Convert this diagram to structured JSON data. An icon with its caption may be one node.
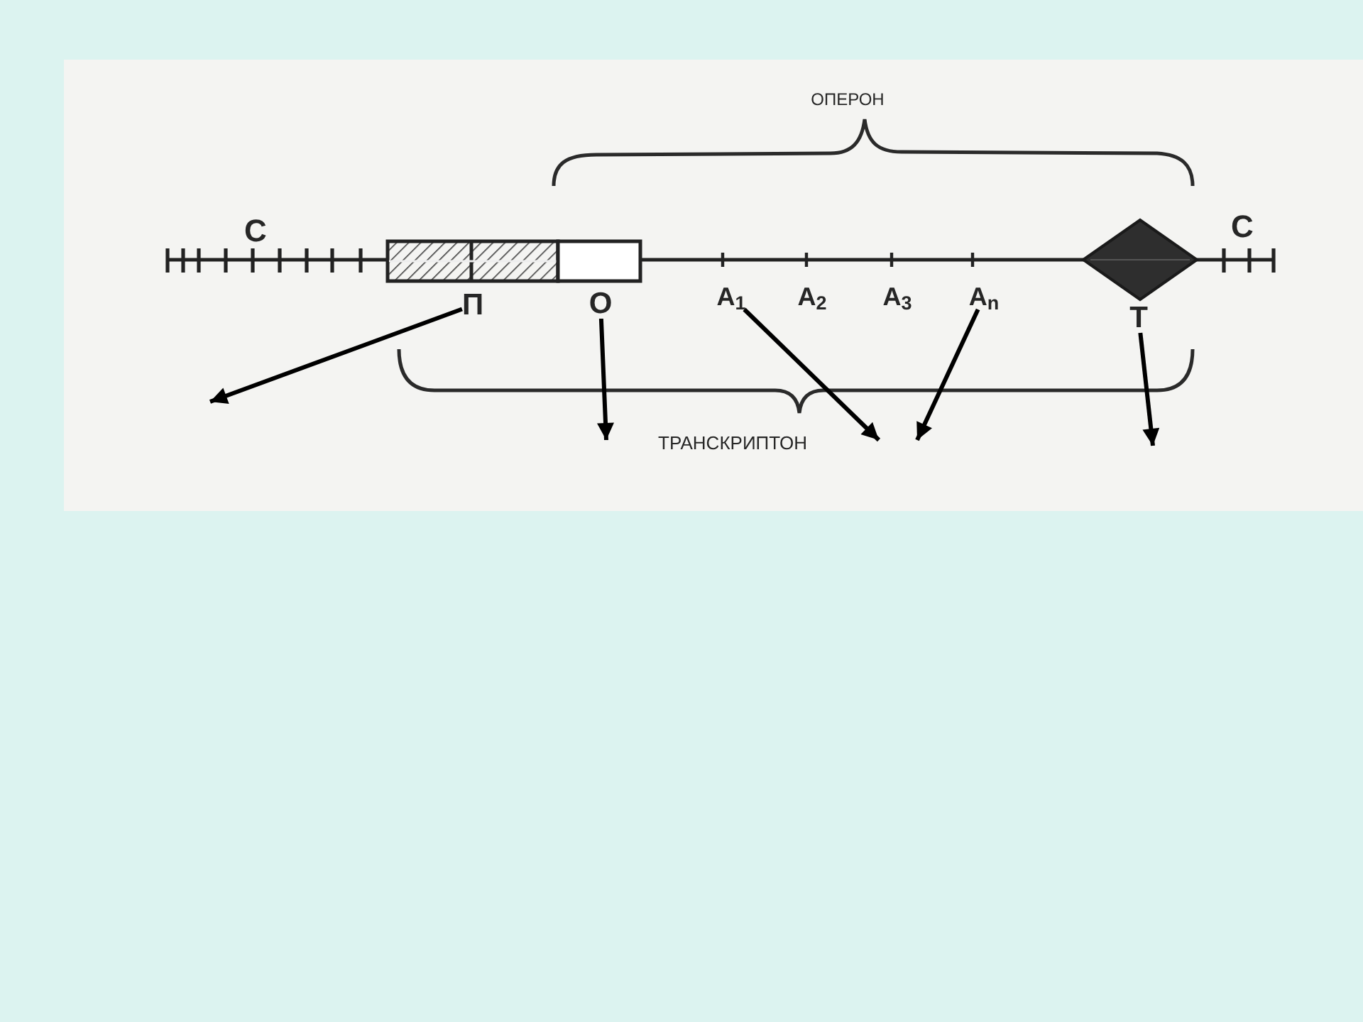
{
  "diagram": {
    "nodes": [
      {
        "text": [
          "П"
        ]
      },
      {
        "text": [
          "О"
        ]
      },
      {
        "text": [
          "А$_{1}$"
        ]
      },
      {
        "text": [
          "А$_{n}$"
        ]
      },
      {
        "text": [
          "Т"
        ]
      }
    ],
    "edges": [
      {
        "from": 0,
        "to": null,
        "arrow": "to"
      },
      {
        "from": 1,
        "to": null,
        "arrow": "to"
      },
      {
        "from": 2,
        "to": null,
        "arrow": "to"
      },
      {
        "from": 3,
        "to": null,
        "arrow": "to"
      },
      {
        "from": 4,
        "to": null,
        "arrow": "to"
      }
    ],
    "labels": [
      "ОПЕРОН",
      "С",
      "С",
      "А$_{2}$",
      "А$_{3}$",
      "ТРАНСКРИПТОН"
    ]
  }
}
